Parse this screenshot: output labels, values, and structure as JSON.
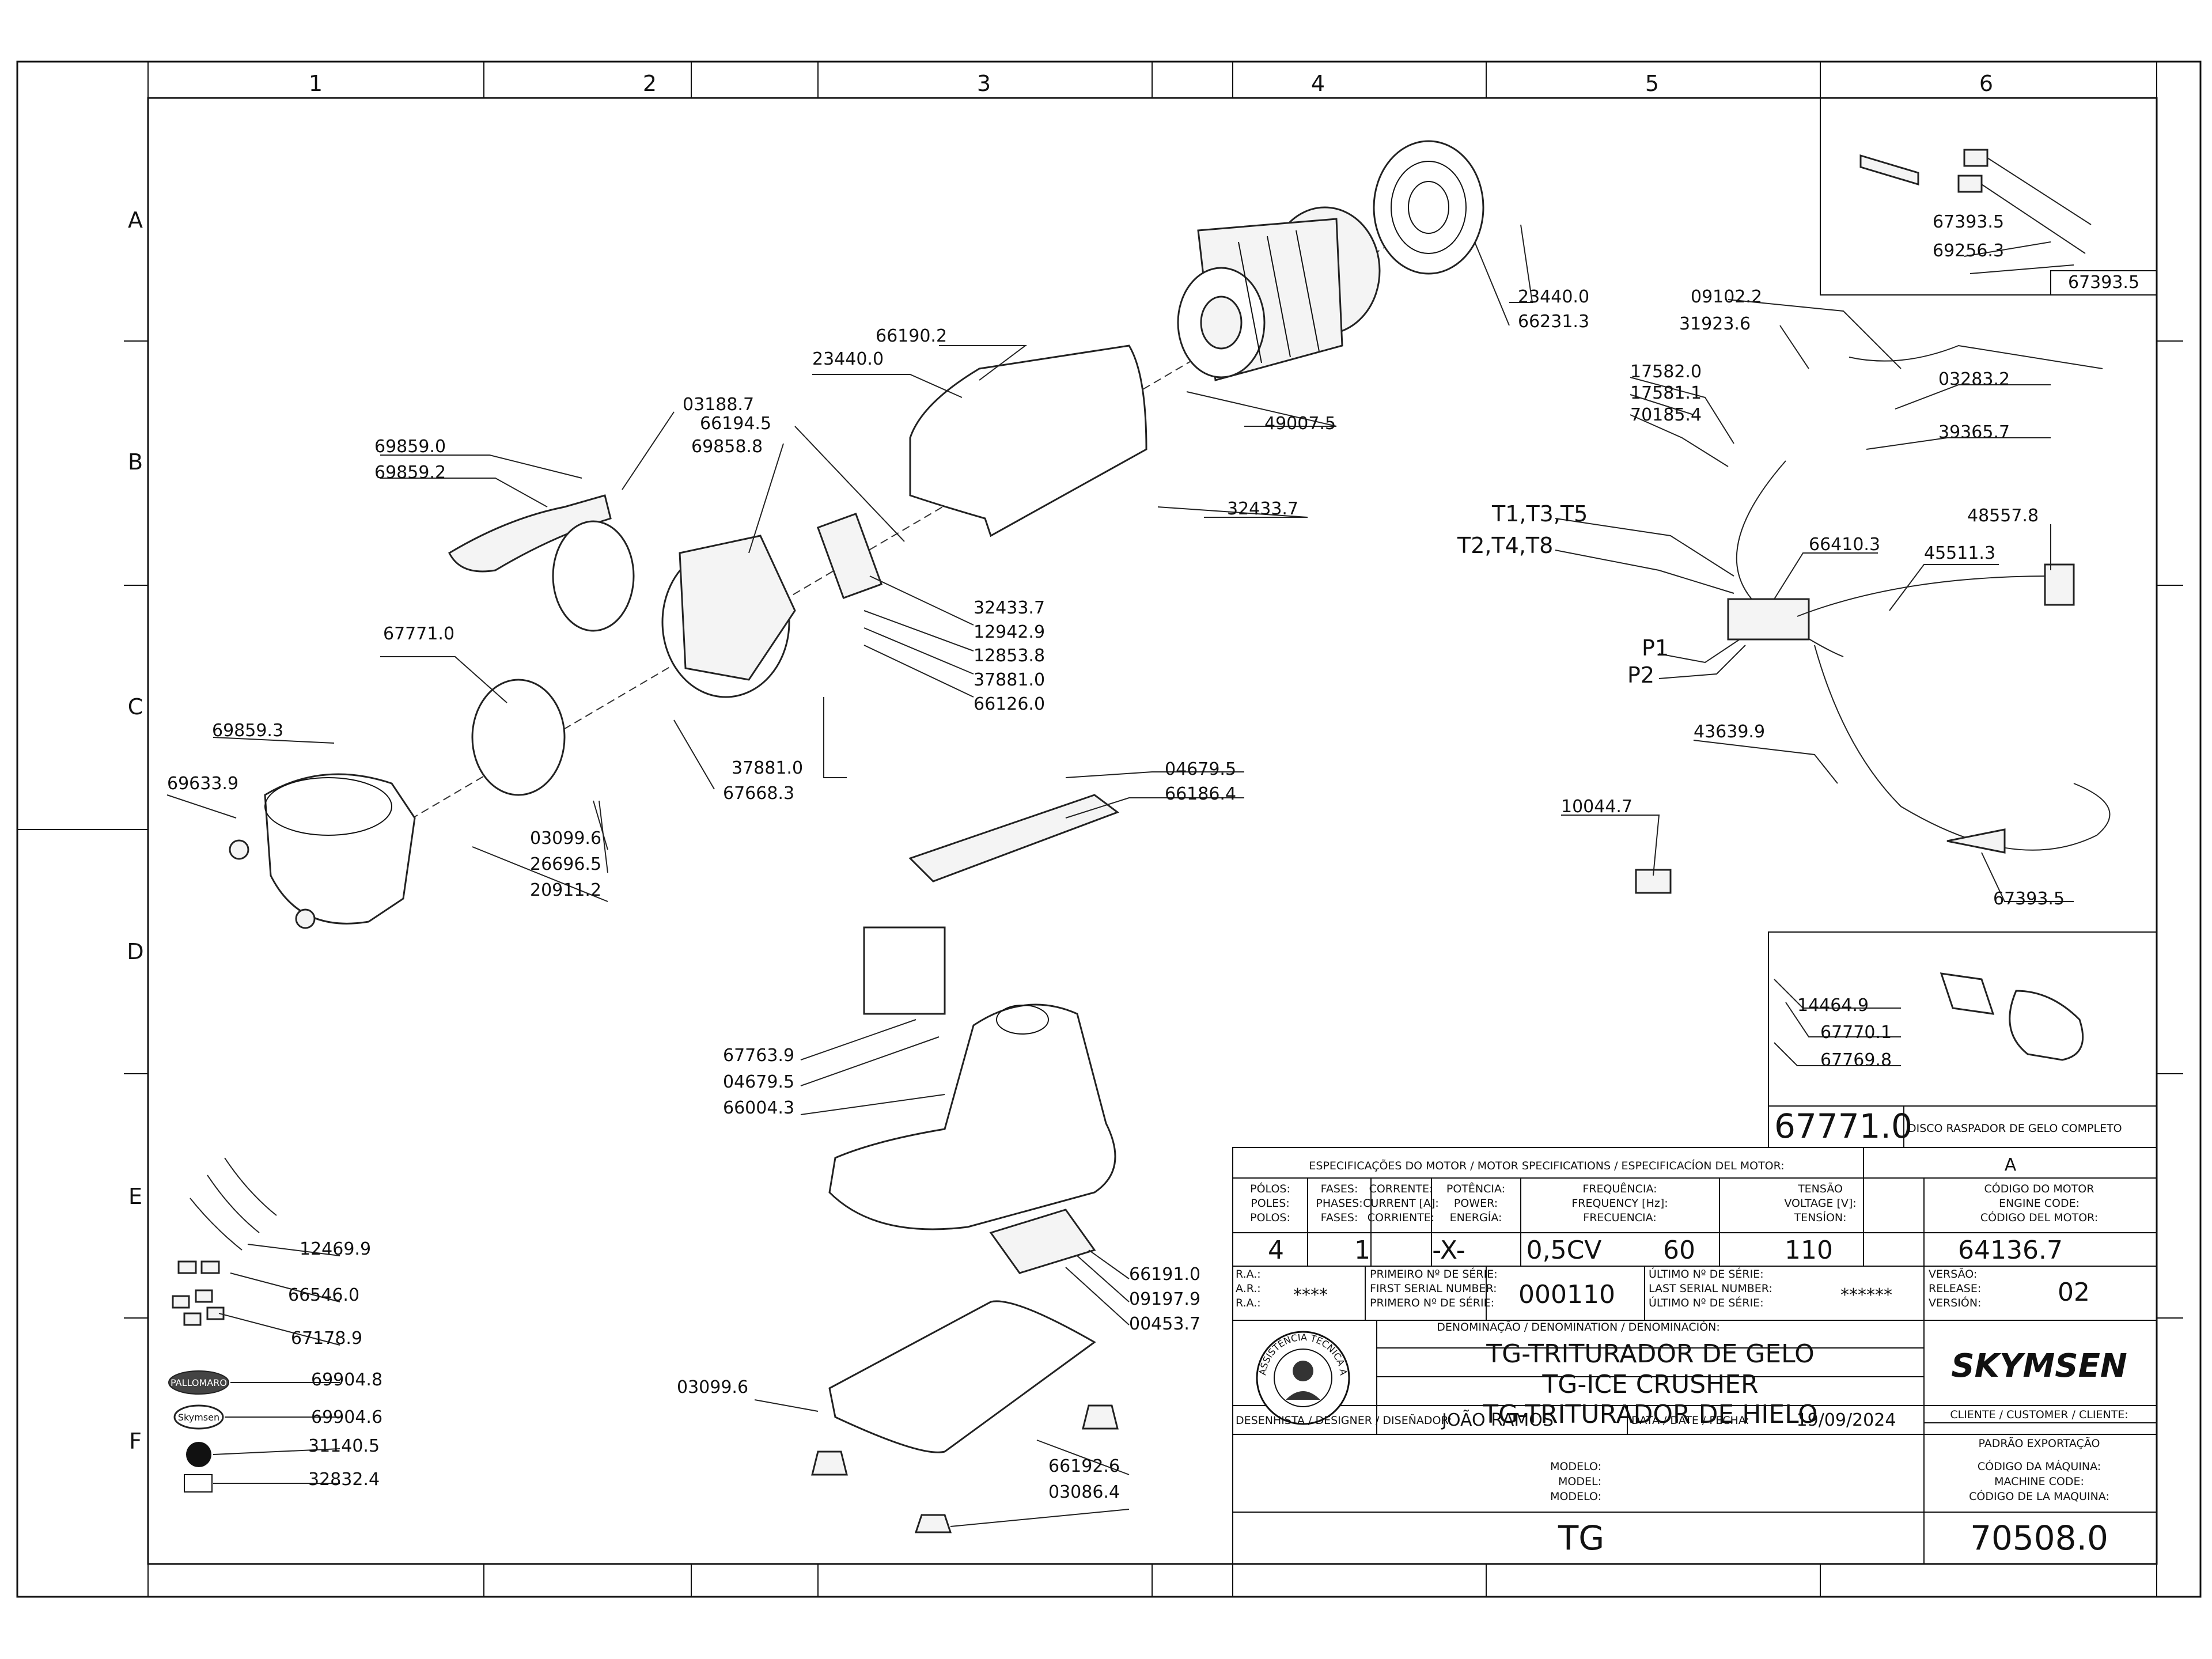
{
  "grid": {
    "columns": [
      "1",
      "2",
      "3",
      "4",
      "5",
      "6"
    ],
    "rows": [
      "A",
      "B",
      "C",
      "D",
      "E",
      "F"
    ]
  },
  "callouts": {
    "c66190_2": "66190.2",
    "c23440_0a": "23440.0",
    "c23440_0b": "23440.0",
    "c66231_3": "66231.3",
    "c49007_5": "49007.5",
    "c32433_7a": "32433.7",
    "c32433_7b": "32433.7",
    "c03188_7": "03188.7",
    "c66194_5": "66194.5",
    "c69858_8": "69858.8",
    "c69859_0": "69859.0",
    "c69859_2": "69859.2",
    "c12942_9": "12942.9",
    "c12853_8": "12853.8",
    "c37881_0a": "37881.0",
    "c37881_0b": "37881.0",
    "c66126_0": "66126.0",
    "c67771_0": "67771.0",
    "c69859_3": "69859.3",
    "c69633_9": "69633.9",
    "c67668_3": "67668.3",
    "c03099_6a": "03099.6",
    "c26696_5": "26696.5",
    "c20911_2": "20911.2",
    "c04679_5a": "04679.5",
    "c66186_4": "66186.4",
    "c67763_9": "67763.9",
    "c04679_5b": "04679.5",
    "c66004_3": "66004.3",
    "c66191_0": "66191.0",
    "c09197_9": "09197.9",
    "c00453_7": "00453.7",
    "c03099_6b": "03099.6",
    "c66192_6": "66192.6",
    "c03086_4": "03086.4",
    "c12469_9": "12469.9",
    "c66546_0": "66546.0",
    "c67178_9": "67178.9",
    "c69904_8": "69904.8",
    "c69904_6": "69904.6",
    "c31140_5": "31140.5",
    "c32832_4": "32832.4",
    "c09102_2": "09102.2",
    "c31923_6": "31923.6",
    "c17582_0": "17582.0",
    "c17581_1": "17581.1",
    "c70185_4": "70185.4",
    "c03283_2": "03283.2",
    "c39365_7": "39365.7",
    "c48557_8": "48557.8",
    "c45511_3": "45511.3",
    "c66410_3": "66410.3",
    "cT135": "T1,T3,T5",
    "cT248": "T2,T4,T8",
    "cP1": "P1",
    "cP2": "P2",
    "c43639_9": "43639.9",
    "c10044_7": "10044.7",
    "c67393_5b": "67393.5",
    "c14464_9": "14464.9",
    "c67770_1": "67770.1",
    "c67769_8": "67769.8"
  },
  "detail_boxes": {
    "switch_box": {
      "labels": [
        "67393.5",
        "69256.3"
      ],
      "title": "67393.5"
    },
    "disc_box": {
      "code": "67771.0",
      "title": "DISCO RASPADOR DE GELO COMPLETO"
    }
  },
  "badges": {
    "pallomaro": "PALLOMARO",
    "skymsen": "Skymsen",
    "seal": "ASSISTÊNCIA TÉCNICA AUTORIZADA"
  },
  "title_block": {
    "motor_header": "ESPECIFICAÇÕES DO MOTOR / MOTOR SPECIFICATIONS / ESPECIFICACÍON DEL MOTOR:",
    "version_col": "A",
    "cols": [
      {
        "l1": "PÓLOS:",
        "l2": "POLES:",
        "l3": "POLOS:",
        "value": "4"
      },
      {
        "l1": "FASES:",
        "l2": "PHASES:",
        "l3": "FASES:",
        "value": "1"
      },
      {
        "l1": "CORRENTE:",
        "l2": "CURRENT [A]:",
        "l3": "CORRIENTE:",
        "value": "-X-"
      },
      {
        "l1": "POTÊNCIA:",
        "l2": "POWER:",
        "l3": "ENERGÍA:",
        "value": "0,5CV"
      },
      {
        "l1": "FREQUÊNCIA:",
        "l2": "FREQUENCY [Hz]:",
        "l3": "FRECUENCIA:",
        "value": "60"
      },
      {
        "l1": "TENSÃO",
        "l2": "VOLTAGE [V]:",
        "l3": "TENSÍON:",
        "value": "110"
      }
    ],
    "engine": {
      "l1": "CÓDIGO DO MOTOR",
      "l2": "ENGINE CODE:",
      "l3": "CÓDIGO DEL MOTOR:",
      "value": "64136.7"
    },
    "ra": {
      "l1": "R.A.:",
      "l2": "A.R.:",
      "l3": "R.A.:",
      "value": "****"
    },
    "first_serial": {
      "l1": "PRIMEIRO Nº DE SÉRIE:",
      "l2": "FIRST SERIAL NUMBER:",
      "l3": "PRIMERO Nº DE SÉRIE:",
      "value": "000110"
    },
    "last_serial": {
      "l1": "ÚLTIMO Nº DE SÉRIE:",
      "l2": "LAST SERIAL NUMBER:",
      "l3": "ÚLTIMO Nº DE SÉRIE:",
      "value": "******"
    },
    "version": {
      "l1": "VERSÃO:",
      "l2": "RELEASE:",
      "l3": "VERSIÓN:",
      "value": "02"
    },
    "denomination_label": "DENOMINAÇÃO / DENOMINATION / DENOMINACIÓN:",
    "names": [
      "TG-TRITURADOR DE GELO",
      "TG-ICE CRUSHER",
      "TG-TRITURADOR DE HIELO"
    ],
    "brand": "SKYMSEN",
    "client_label": "CLIENTE / CUSTOMER / CLIENTE:",
    "client_value": "PADRÃO EXPORTAÇÃO",
    "designer_label": "DESENHISTA / DESIGNER / DISEÑADOR:",
    "designer": "JOÃO RAMOS",
    "date_label": "DATA / DATE / FECHA:",
    "date": "19/09/2024",
    "model_label": {
      "l1": "MODELO:",
      "l2": "MODEL:",
      "l3": "MODELO:"
    },
    "machine_code_label": {
      "l1": "CÓDIGO DA MÁQUINA:",
      "l2": "MACHINE CODE:",
      "l3": "CÓDIGO DE LA MAQUINA:"
    },
    "model": "TG",
    "machine_code": "70508.0"
  }
}
